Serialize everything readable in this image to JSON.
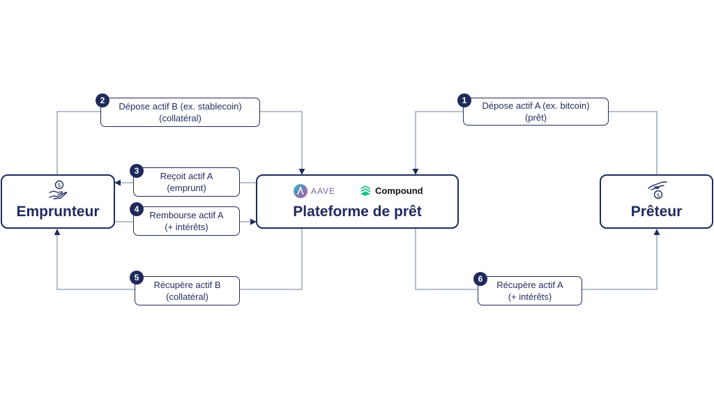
{
  "nodes": {
    "borrower": {
      "title": "Emprunteur"
    },
    "platform": {
      "title": "Plateforme de prêt",
      "brands": {
        "aave": "AAVE",
        "compound": "Compound"
      }
    },
    "lender": {
      "title": "Prêteur"
    }
  },
  "steps": [
    {
      "number": "1",
      "line1": "Dépose actif A (ex. bitcoin)",
      "line2": "(prêt)"
    },
    {
      "number": "2",
      "line1": "Dépose actif B (ex. stablecoin)",
      "line2": "(collatéral)"
    },
    {
      "number": "3",
      "line1": "Reçoit actif A",
      "line2": "(emprunt)"
    },
    {
      "number": "4",
      "line1": "Rembourse actif A",
      "line2": "(+ intérêts)"
    },
    {
      "number": "5",
      "line1": "Récupère actif B",
      "line2": "(collatéral)"
    },
    {
      "number": "6",
      "line1": "Récupère actif A",
      "line2": "(+ intérêts)"
    }
  ],
  "colors": {
    "navy": "#1f2a5c",
    "aave_purple": "#7b5ea7",
    "compound_green": "#19c28a",
    "line_gray": "#8a9ab0"
  }
}
